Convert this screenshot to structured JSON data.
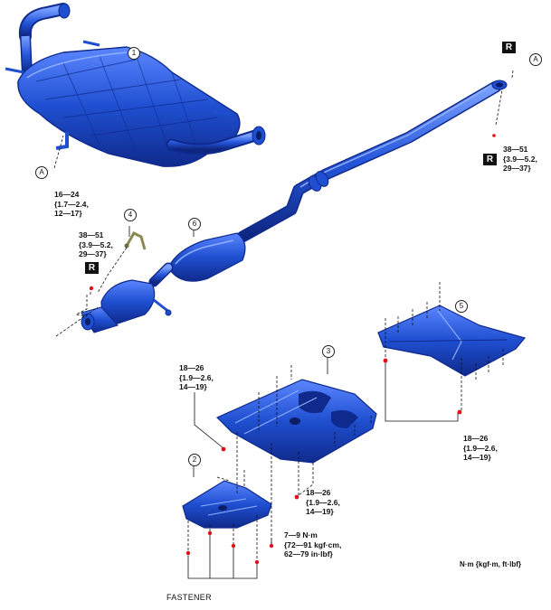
{
  "callouts": [
    {
      "id": "1",
      "text": "1"
    },
    {
      "id": "2",
      "text": "2"
    },
    {
      "id": "3",
      "text": "3"
    },
    {
      "id": "4",
      "text": "4"
    },
    {
      "id": "5",
      "text": "5"
    },
    {
      "id": "6",
      "text": "6"
    }
  ],
  "connection_marks": {
    "a_left": "A",
    "a_right": "A"
  },
  "replace_badge": "R",
  "torque_specs": {
    "muffler_front": [
      "16—24",
      "{1.7—2.4,",
      "12—17}"
    ],
    "muffler_rear_pipe": [
      "38—51",
      "{3.9—5.2,",
      "29—37}"
    ],
    "catalyst_front": [
      "38—51",
      "{3.9—5.2,",
      "29—37}"
    ],
    "undercover_3_left": [
      "18—26",
      "{1.9—2.6,",
      "14—19}"
    ],
    "undercover_3_bottom": [
      "18—26",
      "{1.9—2.6,",
      "14—19}"
    ],
    "undercover_5": [
      "18—26",
      "{1.9—2.6,",
      "14—19}"
    ],
    "undercover_2": [
      "7—9 N·m",
      "{72—91 kgf·cm,",
      "62—79 in·lbf}"
    ]
  },
  "unit_legend": "N·m {kgf·m, ft·lbf}",
  "fastener_label": "FASTENER",
  "colors": {
    "part_blue": "#1f4fd0",
    "part_dark": "#0f2a8c",
    "part_light": "#5b86ff",
    "torque_red": "#e0101c"
  }
}
